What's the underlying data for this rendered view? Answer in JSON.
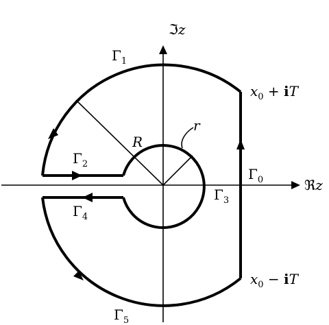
{
  "diagram": {
    "axes": {
      "real_base": "ℜ",
      "imag_base": "ℑ",
      "variable": "z"
    },
    "labels": {
      "gamma_symbol": "Γ",
      "gamma0_sub": "0",
      "gamma1_sub": "1",
      "gamma2_sub": "2",
      "gamma3_sub": "3",
      "gamma4_sub": "4",
      "gamma5_sub": "5",
      "big_radius": "R",
      "small_radius": "r"
    },
    "endpoints": {
      "top": {
        "x_var": "x",
        "x_sub": "0",
        "op": " + ",
        "imag_unit": "i",
        "height": "T"
      },
      "bottom": {
        "x_var": "x",
        "x_sub": "0",
        "op": " − ",
        "imag_unit": "i",
        "height": "T"
      }
    },
    "colors": {
      "stroke": "#000000",
      "background": "#ffffff"
    }
  }
}
